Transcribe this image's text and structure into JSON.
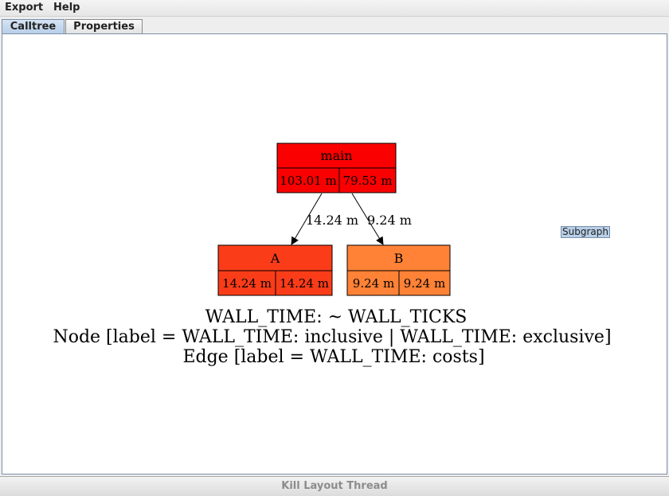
{
  "menubar": {
    "export": "Export",
    "help": "Help"
  },
  "tabs": [
    {
      "label": "Calltree",
      "active": true
    },
    {
      "label": "Properties",
      "active": false
    }
  ],
  "graph": {
    "nodes": {
      "main": {
        "title": "main",
        "inclusive": "103.01 m",
        "exclusive": "79.53 m",
        "color": "#fa0000"
      },
      "a": {
        "title": "A",
        "inclusive": "14.24 m",
        "exclusive": "14.24 m",
        "color": "#fb3c19"
      },
      "b": {
        "title": "B",
        "inclusive": "9.24 m",
        "exclusive": "9.24 m",
        "color": "#ff8236"
      }
    },
    "edges": {
      "main_a": {
        "label": "14.24 m"
      },
      "main_b": {
        "label": "9.24 m"
      }
    },
    "legend": {
      "line1": "WALL_TIME: ~ WALL_TICKS",
      "line2": "Node [label = WALL_TIME: inclusive | WALL_TIME: exclusive]",
      "line3": "Edge [label = WALL_TIME: costs]"
    }
  },
  "subgraph_button": "Subgraph",
  "bottombar": {
    "kill_layout": "Kill Layout Thread"
  }
}
